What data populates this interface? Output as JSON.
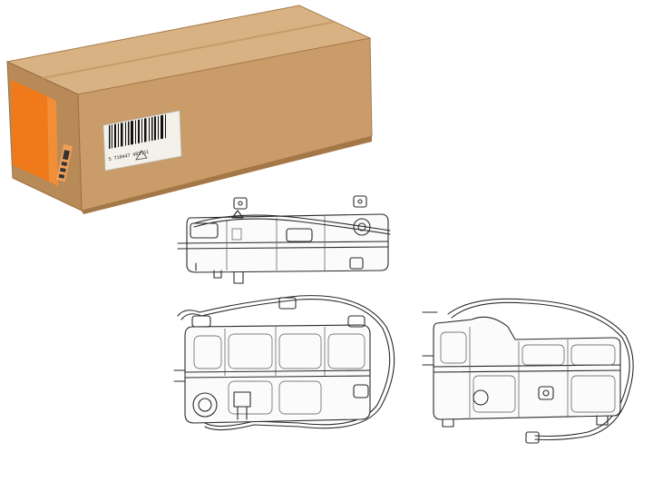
{
  "product_box": {
    "barcode_text": "5 710447 483551",
    "brand_logo_name": "nrf-logo",
    "colors": {
      "cardboard_front": "#c79a66",
      "cardboard_top": "#d7ae7d",
      "cardboard_side": "#b88a58",
      "brand_orange": "#f07a1a"
    }
  },
  "drawings": [
    {
      "name": "coolant-expansion-tank-top-view"
    },
    {
      "name": "coolant-expansion-tank-front-view"
    },
    {
      "name": "coolant-expansion-tank-side-view"
    }
  ]
}
